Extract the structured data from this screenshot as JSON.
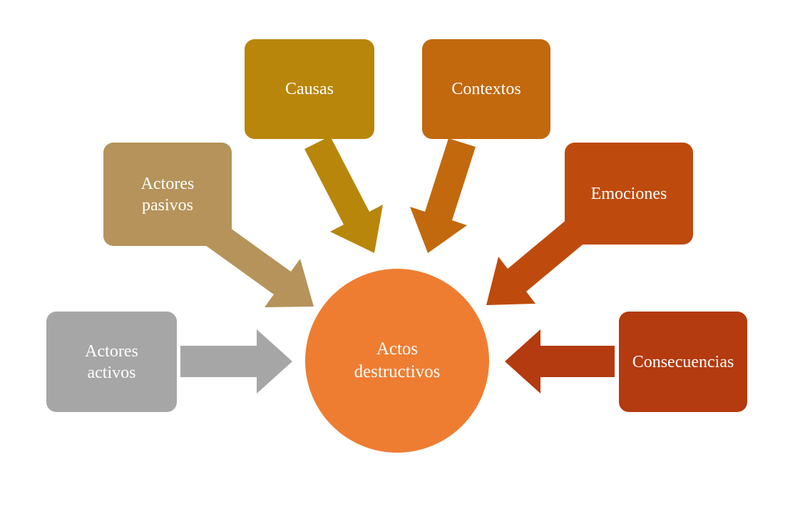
{
  "background": "#ffffff",
  "text_color": "#ffffff",
  "center": {
    "label": "Actos destructivos",
    "color": "#EE7D32"
  },
  "nodes": [
    {
      "id": "actores-activos",
      "label": "Actores activos",
      "color": "#A6A6A6"
    },
    {
      "id": "actores-pasivos",
      "label": "Actores pasivos",
      "color": "#B5935A"
    },
    {
      "id": "causas",
      "label": "Causas",
      "color": "#B8860B"
    },
    {
      "id": "contextos",
      "label": "Contextos",
      "color": "#C2690E"
    },
    {
      "id": "emociones",
      "label": "Emociones",
      "color": "#BE4B0D"
    },
    {
      "id": "consecuencias",
      "label": "Consecuencias",
      "color": "#B43A0F"
    }
  ]
}
